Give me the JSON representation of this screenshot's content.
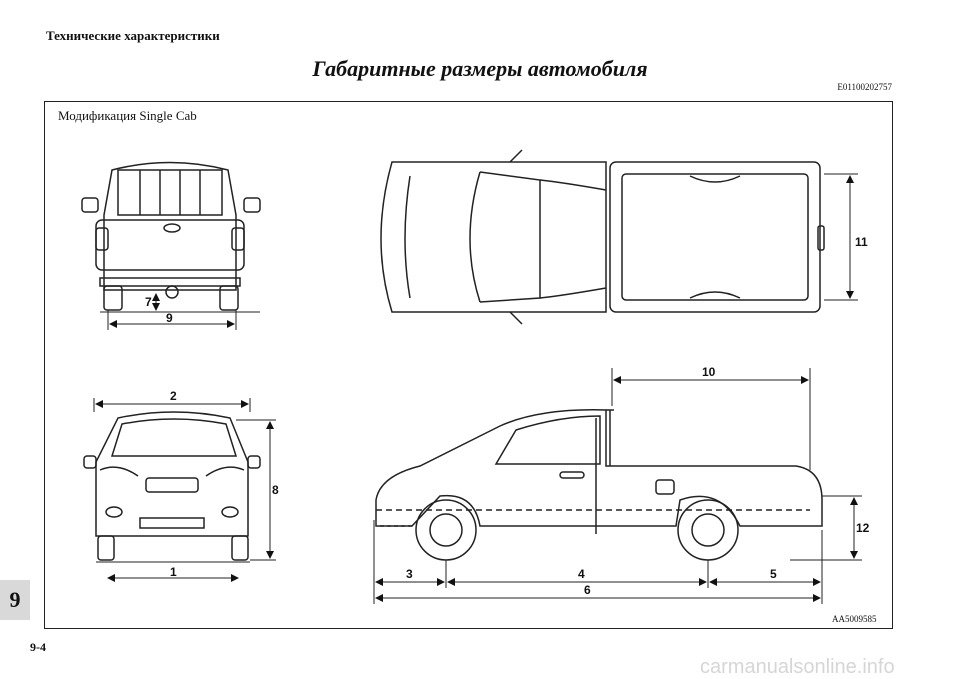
{
  "header": {
    "section": "Технические характеристики"
  },
  "title": "Габаритные размеры автомобиля",
  "doc_code": "E01100202757",
  "caption": "Модификация Single Cab",
  "dimension_labels": {
    "d1": "1",
    "d2": "2",
    "d3": "3",
    "d4": "4",
    "d5": "5",
    "d6": "6",
    "d7": "7",
    "d8": "8",
    "d9": "9",
    "d10": "10",
    "d11": "11",
    "d12": "12"
  },
  "image_code": "AA5009585",
  "chapter_tab": "9",
  "page_number": "9-4",
  "watermark": "carmanualsonline.info"
}
